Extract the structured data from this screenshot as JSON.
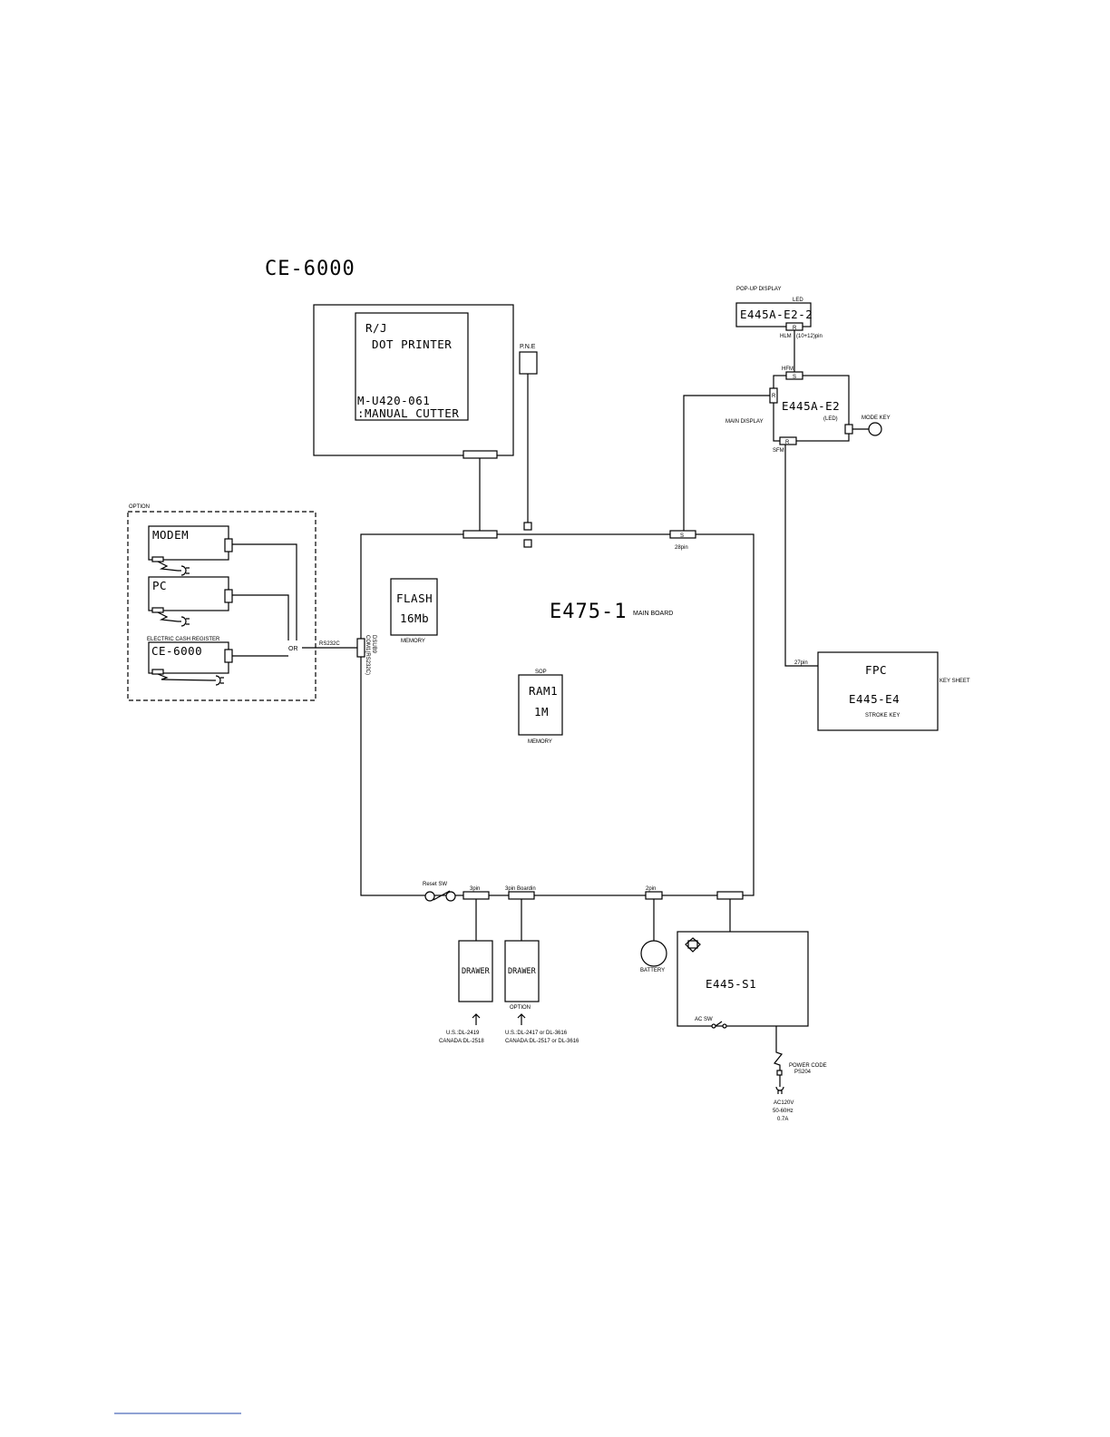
{
  "title": "CE-6000",
  "printer": {
    "line1": "R/J",
    "line2": "DOT PRINTER",
    "model": "M-U420-061",
    "cutter": ":MANUAL CUTTER"
  },
  "pne": "P.N.E",
  "popup": {
    "heading": "POP-UP DISPLAY",
    "led": "LED",
    "board": "E445A-E2-2",
    "conn_r": "R",
    "hlm": "HLM",
    "pins": "(10+12)pin"
  },
  "main_display": {
    "hfm": "HFM",
    "conn_s": "S",
    "board": "E445A-E2",
    "led": "(LED)",
    "label": "MAIN DISPLAY",
    "mode_key": "MODE KEY",
    "conn_r": "R",
    "conn_r2": "R",
    "sfm": "SFM"
  },
  "option": {
    "heading": "OPTION",
    "modem": "MODEM",
    "pc": "PC",
    "ecr_label": "ELECTRIC CASH REGISTER",
    "ce": "CE-6000",
    "or": "OR"
  },
  "main_board": {
    "name": "E475-1",
    "label": "MAIN BOARD",
    "conn_s": "S",
    "pins28": "28pin",
    "rs232c": "RS232C",
    "com": "COM1(RS232C)",
    "dsub": "DSUB9",
    "flash1": "FLASH",
    "flash2": "16Mb",
    "memory1": "MEMORY",
    "sop": "SOP",
    "ram1": "RAM1",
    "ram2": "1M",
    "memory2": "MEMORY",
    "reset": "Reset SW",
    "pin3a": "3pin",
    "pin3b": "3pin Boardin",
    "pin2": "2pin"
  },
  "fpc": {
    "pins": "27pin",
    "name": "FPC",
    "board": "E445-E4",
    "stroke": "STROKE KEY",
    "key_sheet": "KEY SHEET"
  },
  "drawers": {
    "d1": "DRAWER",
    "d2": "DRAWER",
    "option": "OPTION",
    "us1": "U.S.:DL-2419",
    "ca1": "CANADA:DL-2518",
    "us2": "U.S.:DL-2417 or DL-3616",
    "ca2": "CANADA:DL-2517 or DL-3616"
  },
  "battery": "BATTERY",
  "power": {
    "board": "E445-S1",
    "ac_sw": "AC SW",
    "cord": "POWER CODE",
    "ps": "PS204",
    "ac": "AC120V",
    "hz": "50-60Hz",
    "amp": "0.7A"
  }
}
